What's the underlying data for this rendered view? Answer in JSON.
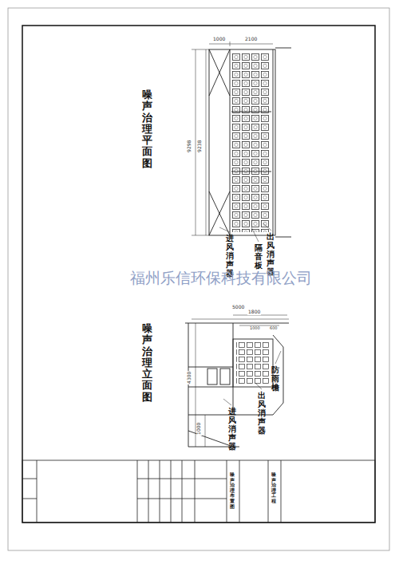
{
  "diagram": {
    "labels": [
      "噪声治理平面图",
      "出风消声器",
      "隔音板",
      "进风消声器",
      "1000",
      "2100",
      "9298",
      "9238",
      "福州乐信环保科技有限公司",
      "噪声治理立面图",
      "5000",
      "1800",
      "1000",
      "600",
      "4300",
      "1000",
      "防雨檐",
      "出风消声器",
      "进风消声器",
      "噪声治理工程",
      "噪声治理布置图"
    ]
  }
}
